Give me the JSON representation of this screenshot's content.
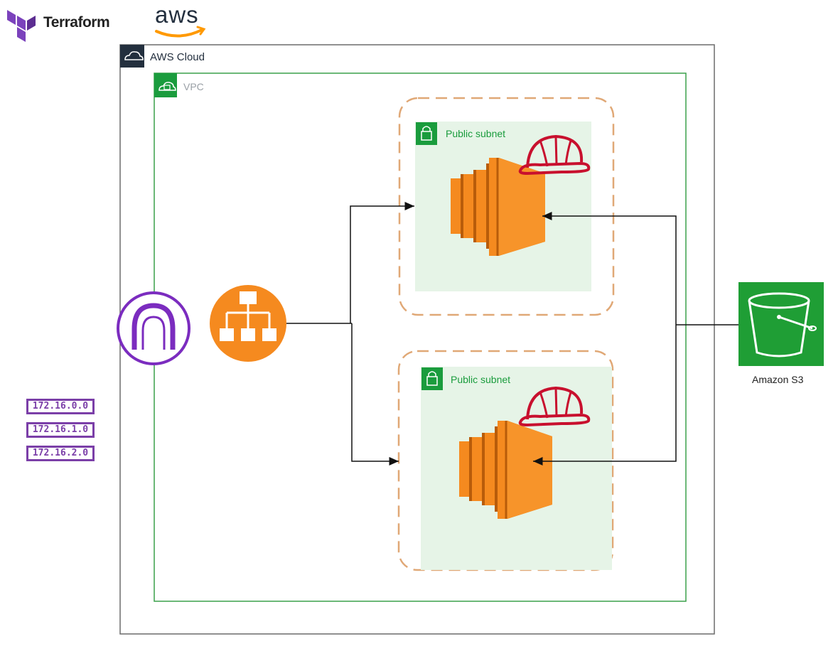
{
  "logos": {
    "terraform": "Terraform",
    "aws": "aws"
  },
  "aws_cloud": {
    "label": "AWS Cloud",
    "border_color": "#666666"
  },
  "vpc": {
    "label": "VPC",
    "color": "#3aa14a"
  },
  "subnets": [
    {
      "label": "Public subnet",
      "fill": "#e6f4e7",
      "border_color": "#e0a876"
    },
    {
      "label": "Public subnet",
      "fill": "#e6f4e7",
      "border_color": "#e0a876"
    }
  ],
  "s3": {
    "label": "Amazon S3",
    "color": "#1f9e35"
  },
  "cidr_blocks": [
    "172.16.0.0",
    "172.16.1.0",
    "172.16.2.0"
  ],
  "icons": [
    "terraform-logo",
    "aws-logo",
    "aws-cloud-icon",
    "vpc-cloud-icon",
    "lock-icon",
    "ec2-instance-icon",
    "hard-hat-icon",
    "internet-gateway-icon",
    "load-balancer-icon",
    "s3-bucket-icon"
  ],
  "colors": {
    "ec2_orange": "#f58a1f",
    "hat_red": "#c8102e",
    "igw_purple": "#7b2cbf",
    "elb_orange": "#f58a1f",
    "terraform_purple": "#7b42bc"
  }
}
